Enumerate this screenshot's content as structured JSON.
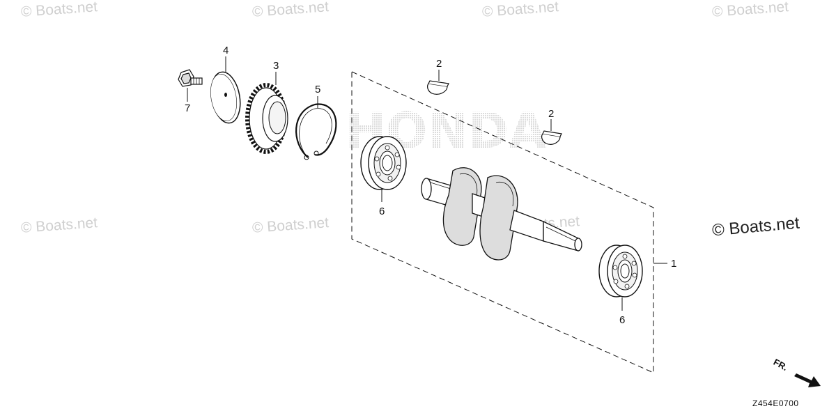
{
  "watermarks": {
    "small": "© Boats.net",
    "large": "© Boats.net"
  },
  "background_logo_text": "HONDA",
  "callouts": {
    "c1": "1",
    "c2a": "2",
    "c2b": "2",
    "c3": "3",
    "c4": "4",
    "c5": "5",
    "c6a": "6",
    "c6b": "6",
    "c7": "7"
  },
  "direction_label": "FR.",
  "diagram_code": "Z454E0700",
  "colors": {
    "line": "#111111",
    "watermark": "#cfcfcf",
    "logo_dots": "#b0b0b0"
  }
}
